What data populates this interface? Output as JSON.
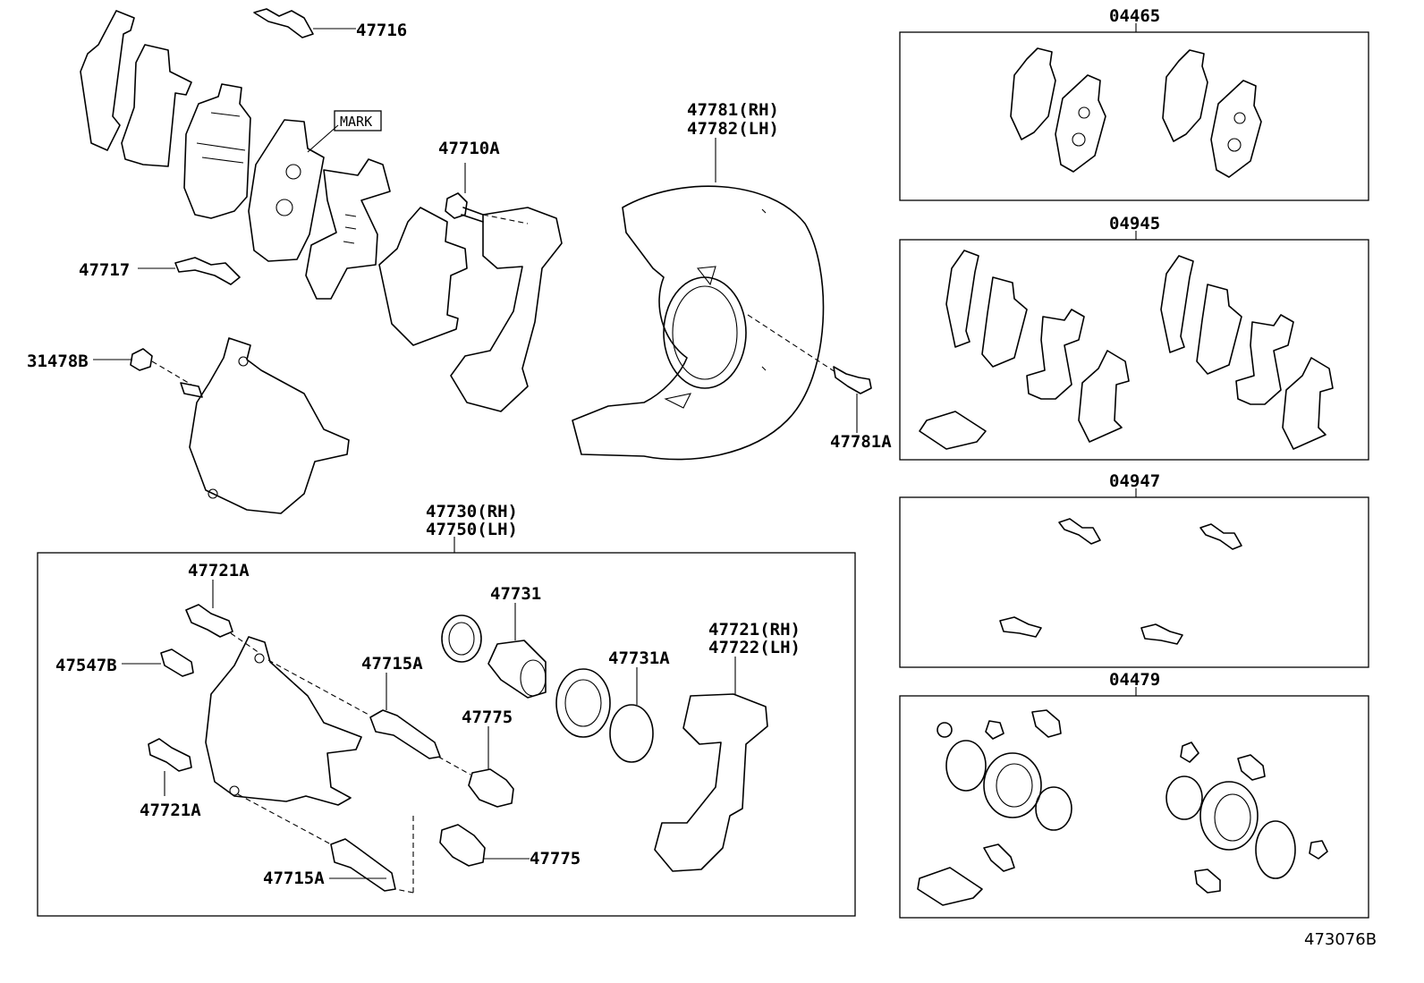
{
  "labels": {
    "p47716": "47716",
    "mark": "MARK",
    "p47710A": "47710A",
    "p47717": "47717",
    "p31478B": "31478B",
    "p47781RH": "47781(RH)",
    "p47782LH": "47782(LH)",
    "p47781A": "47781A",
    "p47730RH": "47730(RH)",
    "p47750LH": "47750(LH)",
    "p47721A_top": "47721A",
    "p47547B": "47547B",
    "p47721A_bot": "47721A",
    "p47715A_top": "47715A",
    "p47715A_bot": "47715A",
    "p47731": "47731",
    "p47731A": "47731A",
    "p47775_top": "47775",
    "p47775_bot": "47775",
    "p47721RH": "47721(RH)",
    "p47722LH": "47722(LH)",
    "k04465": "04465",
    "k04945": "04945",
    "k04947": "04947",
    "k04479": "04479",
    "diagram_ref": "473076B"
  }
}
